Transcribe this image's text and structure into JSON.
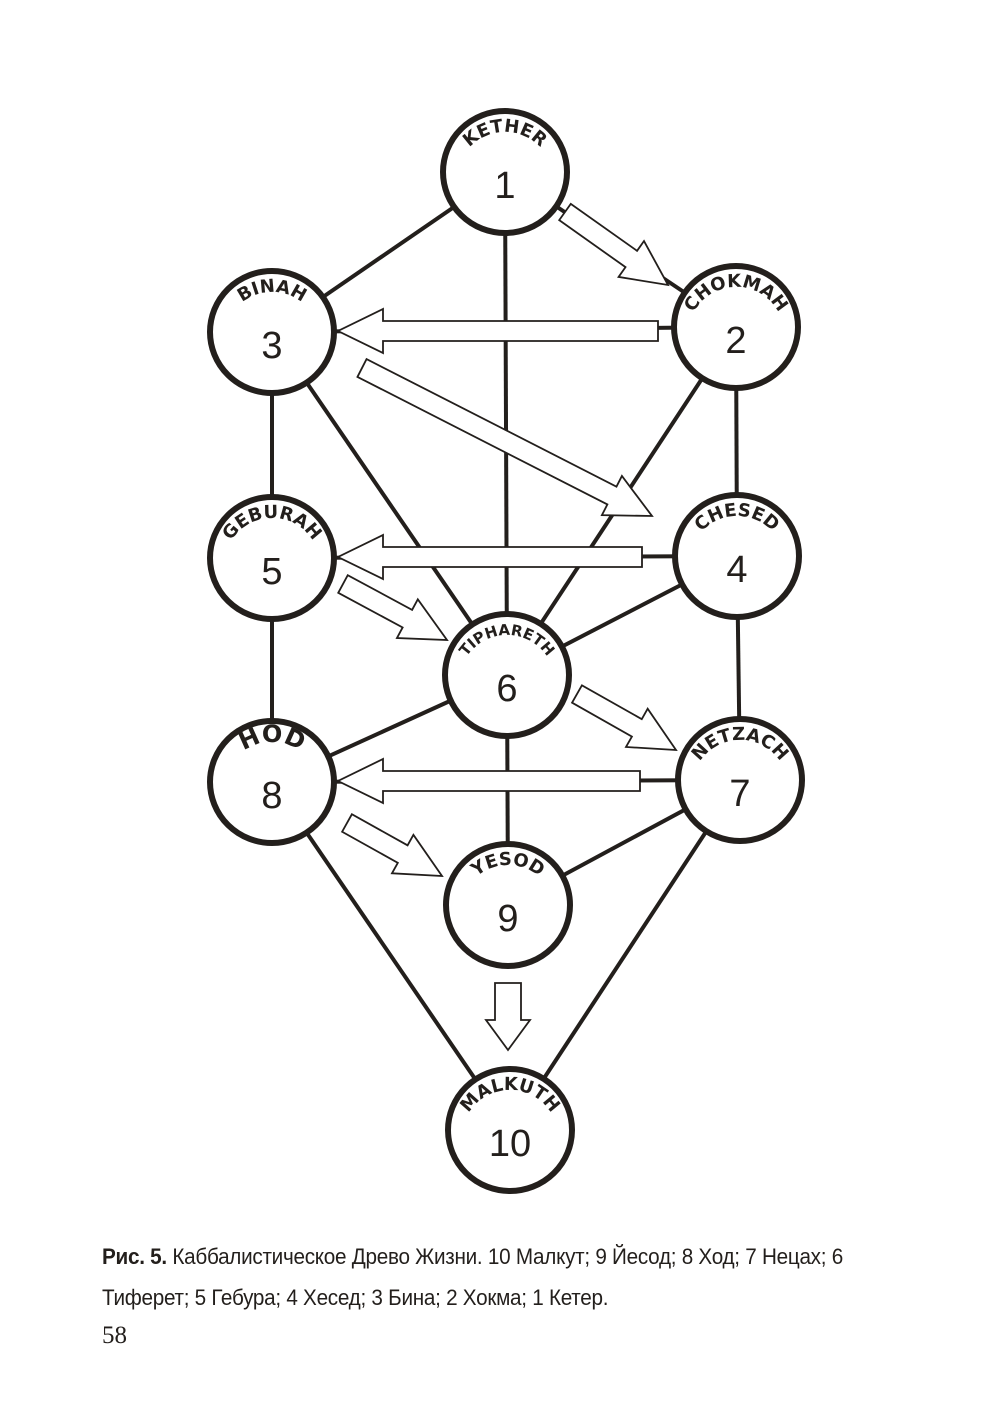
{
  "diagram": {
    "title": "Kabbalistic Tree of Life",
    "nodes": [
      {
        "id": 1,
        "number": "1",
        "name": "KETHER"
      },
      {
        "id": 2,
        "number": "2",
        "name": "CHOKMAH"
      },
      {
        "id": 3,
        "number": "3",
        "name": "BINAH"
      },
      {
        "id": 4,
        "number": "4",
        "name": "CHESED"
      },
      {
        "id": 5,
        "number": "5",
        "name": "GEBURAH"
      },
      {
        "id": 6,
        "number": "6",
        "name": "TIPHARETH"
      },
      {
        "id": 7,
        "number": "7",
        "name": "NETZACH"
      },
      {
        "id": 8,
        "number": "8",
        "name": "HOD"
      },
      {
        "id": 9,
        "number": "9",
        "name": "YESOD"
      },
      {
        "id": 10,
        "number": "10",
        "name": "MALKUTH"
      }
    ],
    "paths": [
      [
        1,
        3
      ],
      [
        1,
        2
      ],
      [
        1,
        6
      ],
      [
        3,
        5
      ],
      [
        2,
        4
      ],
      [
        3,
        6
      ],
      [
        2,
        6
      ],
      [
        4,
        6
      ],
      [
        5,
        8
      ],
      [
        4,
        7
      ],
      [
        6,
        8
      ],
      [
        6,
        9
      ],
      [
        7,
        9
      ],
      [
        8,
        10
      ],
      [
        7,
        10
      ],
      [
        2,
        3
      ],
      [
        4,
        5
      ],
      [
        7,
        8
      ]
    ],
    "flow_arrows": [
      [
        1,
        2
      ],
      [
        2,
        3
      ],
      [
        3,
        4
      ],
      [
        4,
        5
      ],
      [
        5,
        6
      ],
      [
        6,
        7
      ],
      [
        7,
        8
      ],
      [
        8,
        9
      ],
      [
        9,
        10
      ]
    ]
  },
  "caption": {
    "label": "Рис. 5.",
    "text": "Каббалистическое Древо Жизни. 10 Малкут; 9 Йесод; 8 Ход; 7 Нецах; 6 Тиферет; 5 Гебура; 4 Хесед; 3 Бина; 2 Хокма; 1 Кетер."
  },
  "page_number": "58",
  "colors": {
    "ink": "#231f1c",
    "paper": "#ffffff"
  }
}
